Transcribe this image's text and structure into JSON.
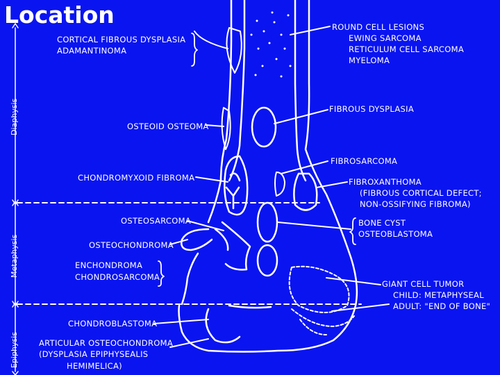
{
  "title": "Location",
  "zones": {
    "diaphysis": "Diaphysis",
    "metaphysis": "Metaphysis",
    "epiphysis": "Epiphysis"
  },
  "labels": {
    "cortical_fibrous_dysplasia": "CORTICAL FIBROUS DYSPLASIA",
    "adamantinoma": "ADAMANTINOMA",
    "osteoid_osteoma": "OSTEOID OSTEOMA",
    "chondromyxoid_fibroma": "CHONDROMYXOID FIBROMA",
    "osteosarcoma": "OSTEOSARCOMA",
    "osteochondroma": "OSTEOCHONDROMA",
    "enchondroma": "ENCHONDROMA",
    "chondrosarcoma": "CHONDROSARCOMA",
    "chondroblastoma": "CHONDROBLASTOMA",
    "articular_osteochondroma": "ARTICULAR OSTEOCHONDROMA",
    "dysplasia_epiphysealis": "(DYSPLASIA EPIPHYSEALIS",
    "hemimelica": "HEMIMELICA)",
    "round_cell_lesions": "ROUND CELL LESIONS",
    "ewing_sarcoma": "EWING SARCOMA",
    "reticulum_cell_sarcoma": "RETICULUM CELL SARCOMA",
    "myeloma": "MYELOMA",
    "fibrous_dysplasia": "FIBROUS DYSPLASIA",
    "fibrosarcoma": "FIBROSARCOMA",
    "fibroxanthoma": "FIBROXANTHOMA",
    "fibrous_cortical_defect": "(FIBROUS CORTICAL DEFECT;",
    "non_ossifying_fibroma": "NON-OSSIFYING FIBROMA)",
    "bone_cyst": "BONE CYST",
    "osteoblastoma": "OSTEOBLASTOMA",
    "giant_cell_tumor": "GIANT CELL TUMOR",
    "child_metaphyseal": "CHILD: METAPHYSEAL",
    "adult_end_of_bone": "ADULT: \"END OF BONE\""
  },
  "colors": {
    "background": "#0a14f0",
    "ink": "#ffffff"
  }
}
